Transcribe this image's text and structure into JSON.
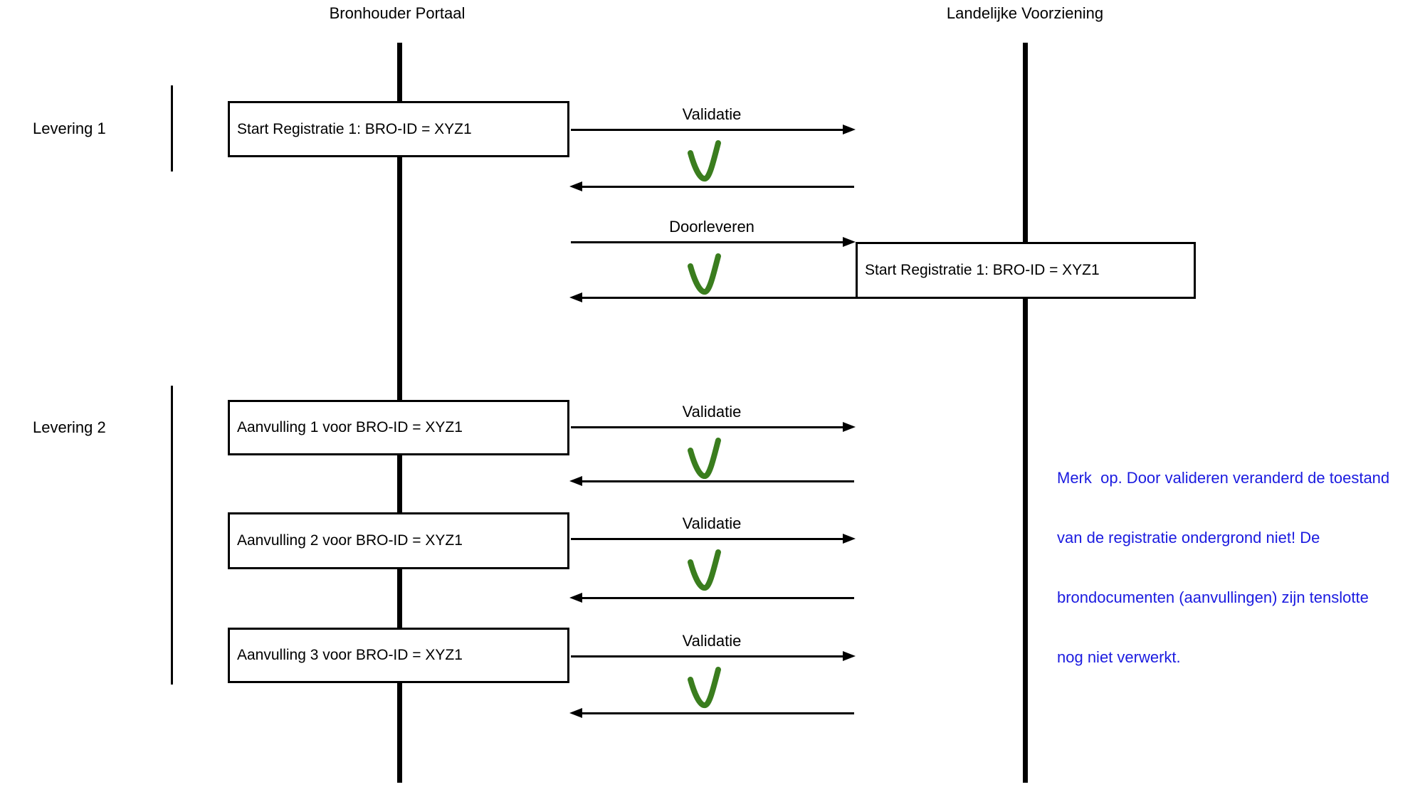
{
  "diagram": {
    "actors": {
      "left": "Bronhouder Portaal",
      "right": "Landelijke Voorziening"
    },
    "groups": {
      "levering1": "Levering 1",
      "levering2": "Levering 2"
    },
    "boxes": {
      "start_reg_portaal": "Start Registratie 1: BRO-ID = XYZ1",
      "start_reg_lv": "Start Registratie 1: BRO-ID = XYZ1",
      "aanvulling1": "Aanvulling 1 voor BRO-ID = XYZ1",
      "aanvulling2": "Aanvulling 2 voor BRO-ID = XYZ1",
      "aanvulling3": "Aanvulling 3 voor BRO-ID = XYZ1"
    },
    "message_labels": {
      "validatie_1": "Validatie",
      "doorleveren": "Doorleveren",
      "validatie_2": "Validatie",
      "validatie_3": "Validatie",
      "validatie_4": "Validatie"
    },
    "note": {
      "lines": [
        "Merk  op. Door valideren veranderd de toestand",
        "van de registratie ondergrond niet! De",
        "brondocumenten (aanvullingen) zijn tenslotte",
        "nog niet verwerkt."
      ]
    },
    "icons": {
      "check": "validation-success-check"
    },
    "colors": {
      "line_black": "#000000",
      "check_green": "#3a7d1e",
      "note_blue": "#1b1be0"
    }
  }
}
